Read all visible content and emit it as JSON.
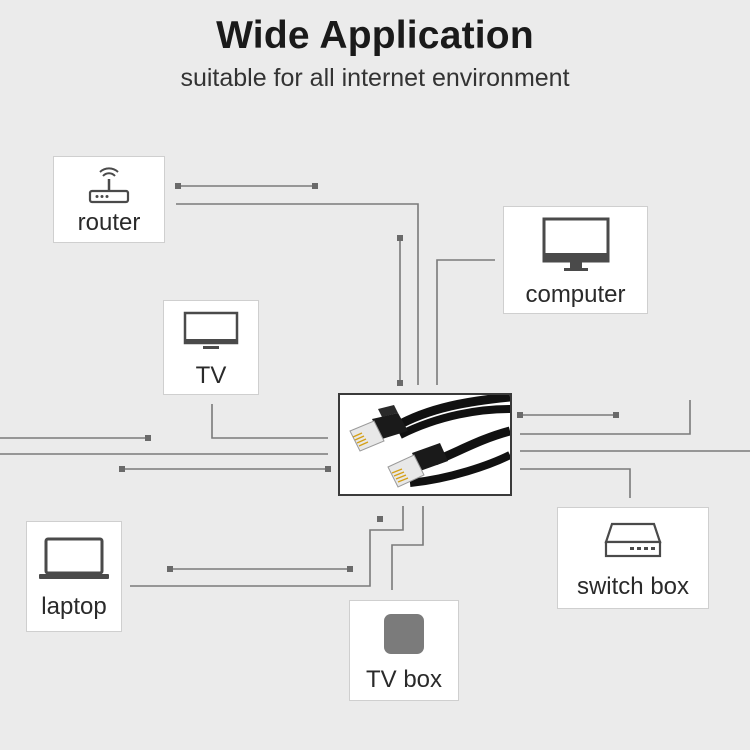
{
  "header": {
    "title": "Wide Application",
    "subtitle": "suitable for all internet environment"
  },
  "devices": {
    "router": {
      "label": "router",
      "icon": "router-icon"
    },
    "computer": {
      "label": "computer",
      "icon": "monitor-icon"
    },
    "tv": {
      "label": "TV",
      "icon": "tv-icon"
    },
    "laptop": {
      "label": "laptop",
      "icon": "laptop-icon"
    },
    "tv_box": {
      "label": "TV box",
      "icon": "tv-box-icon"
    },
    "switch_box": {
      "label": "switch box",
      "icon": "switch-box-icon"
    }
  },
  "center": {
    "icon": "ethernet-cable-icon"
  },
  "colors": {
    "background": "#ebebeb",
    "line": "#7a7a7a",
    "icon": "#4a4a4a",
    "tv_box_fill": "#7b7b7b"
  }
}
